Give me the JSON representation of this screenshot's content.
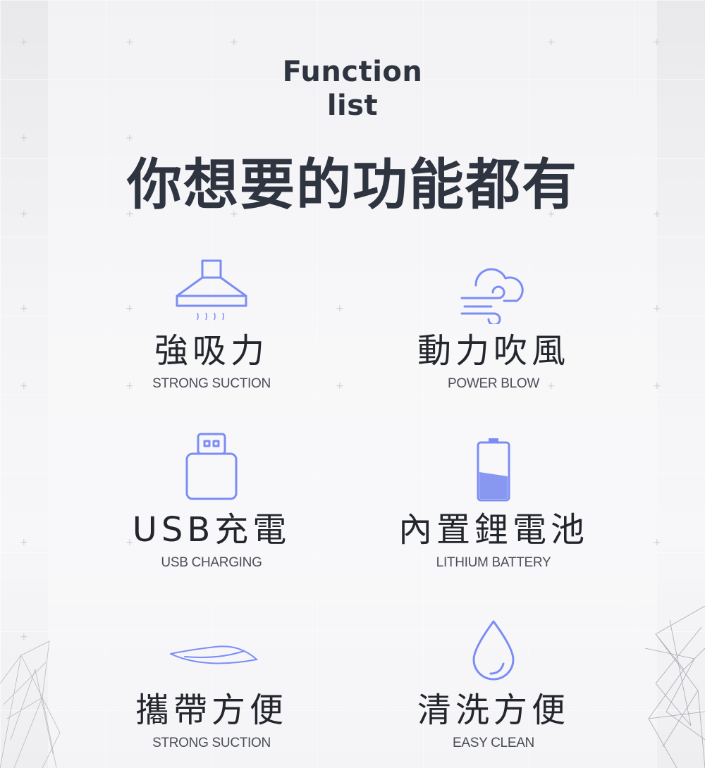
{
  "header": {
    "en_title_line1": "Function",
    "en_title_line2": "list",
    "zh_title": "你想要的功能都有"
  },
  "accent_color": "#7b8df5",
  "features": [
    {
      "zh": "強吸力",
      "en": "STRONG SUCTION",
      "icon": "range-hood-icon"
    },
    {
      "zh": "動力吹風",
      "en": "POWER BLOW",
      "icon": "wind-cloud-icon"
    },
    {
      "zh": "USB充電",
      "en": "USB CHARGING",
      "icon": "usb-icon"
    },
    {
      "zh": "內置鋰電池",
      "en": "LITHIUM BATTERY",
      "icon": "battery-icon"
    },
    {
      "zh": "攜帶方便",
      "en": "STRONG SUCTION",
      "icon": "feather-icon"
    },
    {
      "zh": "清洗方便",
      "en": "EASY CLEAN",
      "icon": "water-drop-icon"
    }
  ]
}
